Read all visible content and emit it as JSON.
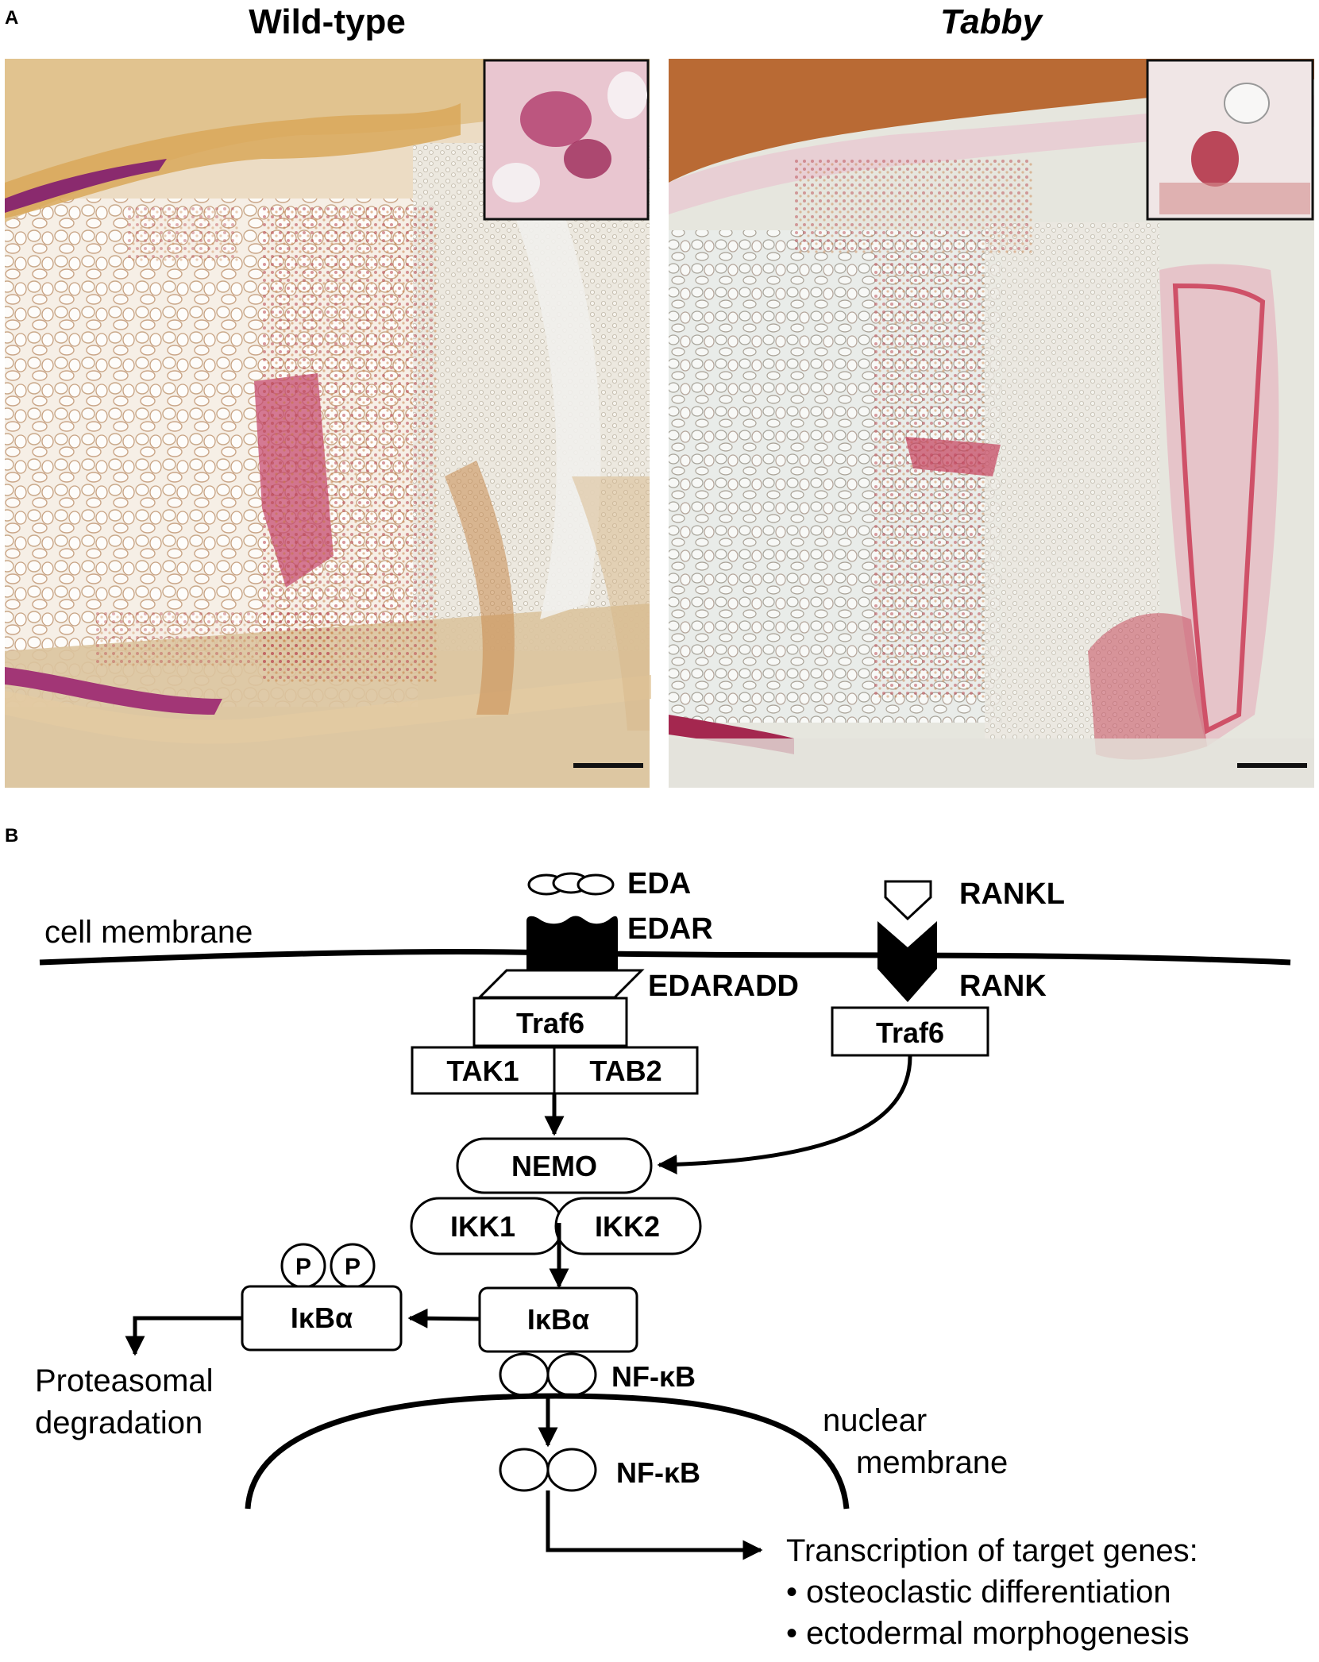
{
  "panel_a": {
    "letter": "A",
    "left_title": "Wild-type",
    "right_title": "Tabby",
    "colors": {
      "tissue_bg": "#efe6d8",
      "stain_red": "#c8404f",
      "stain_orange": "#c9803c",
      "stain_purple": "#7a1f6a"
    }
  },
  "panel_b": {
    "letter": "B",
    "cell_membrane": "cell membrane",
    "eda": "EDA",
    "edar": "EDAR",
    "edaradd": "EDARADD",
    "rankl": "RANKL",
    "rank": "RANK",
    "traf6_left": "Traf6",
    "traf6_right": "Traf6",
    "tak1": "TAK1",
    "tab2": "TAB2",
    "nemo": "NEMO",
    "ikk1": "IKK1",
    "ikk2": "IKK2",
    "p1": "P",
    "p2": "P",
    "ikba_phos": "IκBα",
    "ikba": "IκBα",
    "nfkb_top": "NF-κB",
    "nfkb_bottom": "NF-κB",
    "proteasomal_line1": "Proteasomal",
    "proteasomal_line2": "degradation",
    "nuclear_line1": "nuclear",
    "nuclear_line2": "membrane",
    "transcription_title": "Transcription of target genes:",
    "bullet1": "• osteoclastic differentiation",
    "bullet2": "• ectodermal morphogenesis"
  }
}
